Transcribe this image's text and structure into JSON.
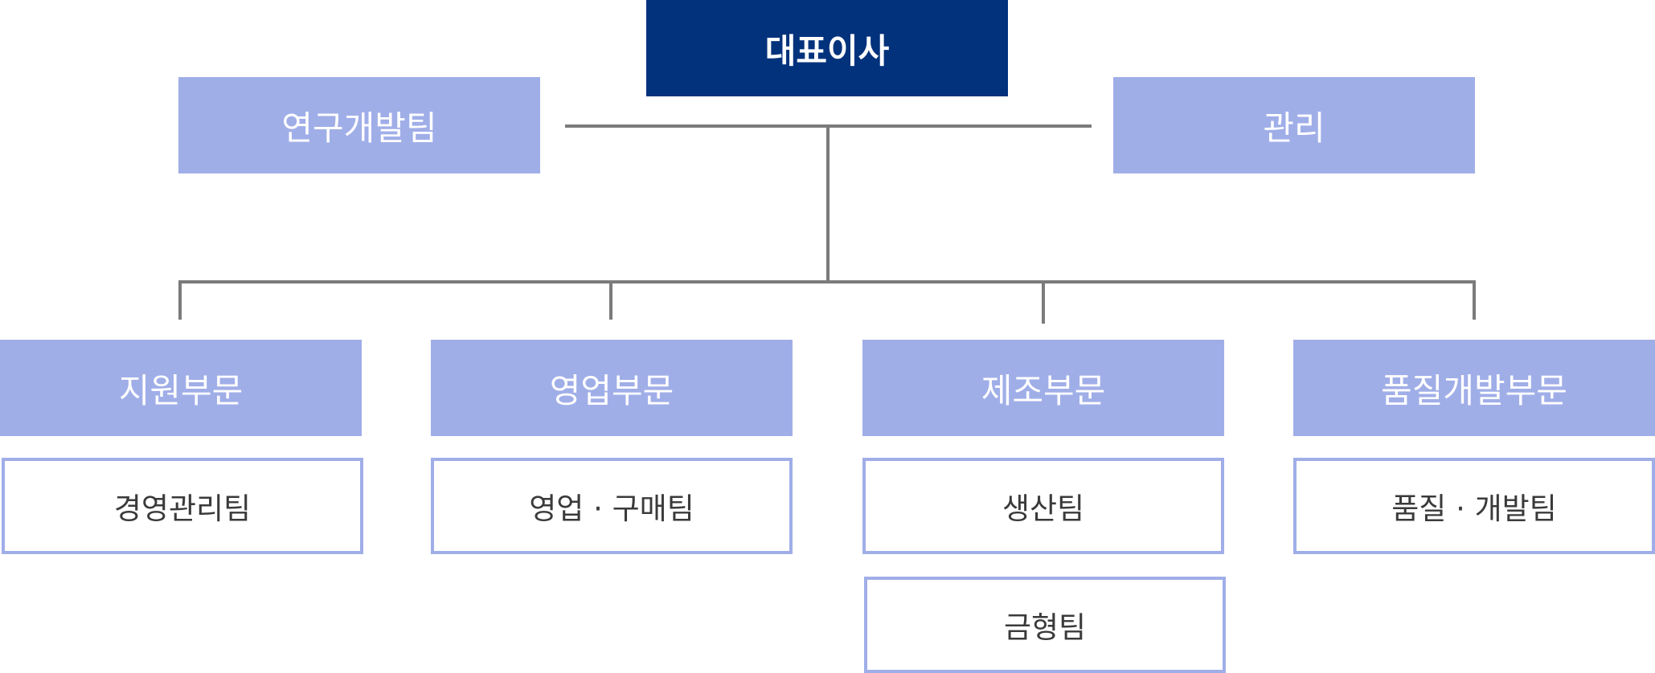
{
  "org": {
    "ceo": "대표이사",
    "rnd": "연구개발팀",
    "admin": "관리",
    "divisions": [
      "지원부문",
      "영업부문",
      "제조부문",
      "품질개발부문"
    ],
    "teams": {
      "support": "경영관리팀",
      "sales": "영업 · 구매팀",
      "production": "생산팀",
      "mold": "금형팀",
      "quality": "품질 · 개발팀"
    }
  },
  "colors": {
    "ceo_fill": "#02327c",
    "unit_fill": "#a0aee8",
    "team_border": "#a0aee8",
    "connector": "#7b7b7b",
    "team_text": "#3a3a3a"
  }
}
